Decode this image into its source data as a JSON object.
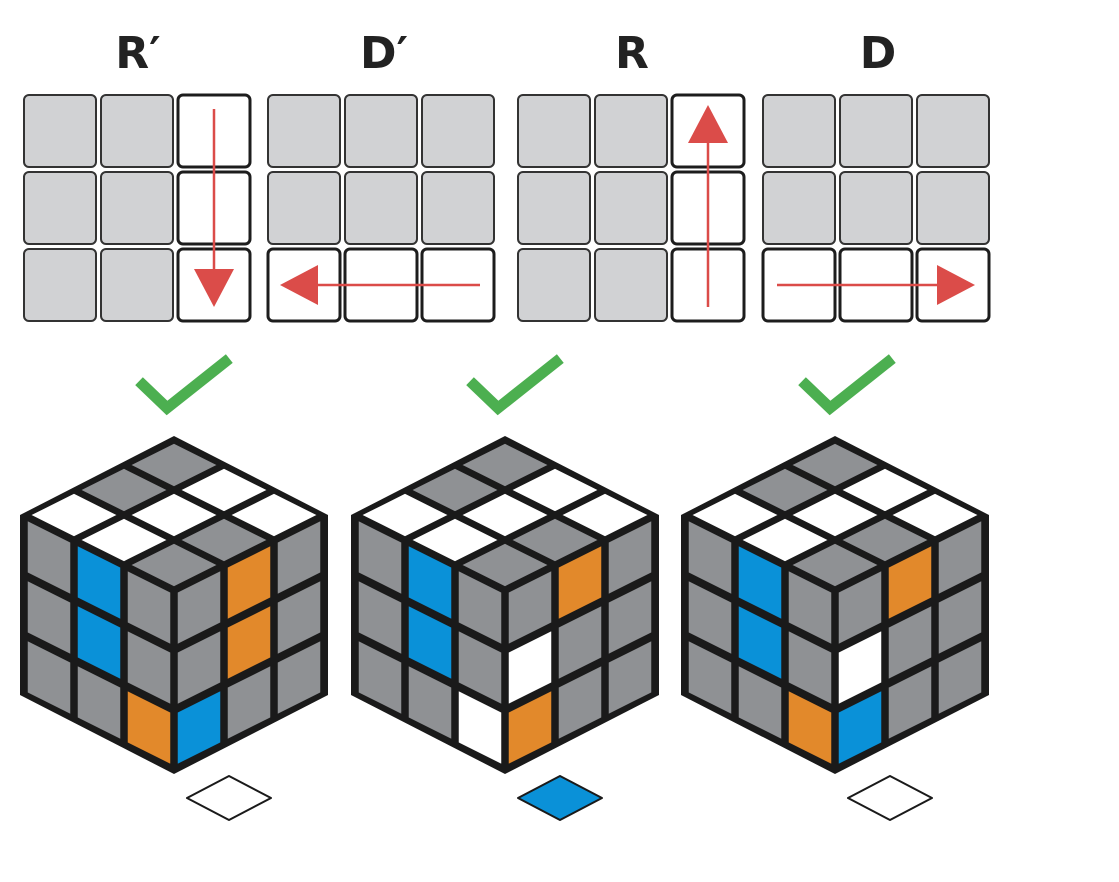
{
  "moves": [
    {
      "label": "R′",
      "arrow": "down",
      "column": "right"
    },
    {
      "label": "D′",
      "arrow": "left",
      "row": "bottom"
    },
    {
      "label": "R",
      "arrow": "up",
      "column": "right"
    },
    {
      "label": "D",
      "arrow": "right",
      "row": "bottom"
    }
  ],
  "checkmarks": [
    "check-icon",
    "check-icon",
    "check-icon"
  ],
  "colors": {
    "grey_face": "#d1d2d4",
    "cube_grey": "#8f9194",
    "white": "#ffffff",
    "blue": "#0a91d8",
    "orange": "#e2892b",
    "arrow": "#db4c49",
    "check": "#4caf50",
    "outline": "#1d1d1d"
  },
  "cubes": [
    {
      "top": [
        "grey",
        "white",
        "white",
        "grey",
        "white",
        "grey",
        "white",
        "white",
        "grey"
      ],
      "left": [
        "grey",
        "blue",
        "grey",
        "grey",
        "blue",
        "grey",
        "grey",
        "grey",
        "orange"
      ],
      "right": [
        "grey",
        "orange",
        "grey",
        "grey",
        "orange",
        "grey",
        "blue",
        "grey",
        "grey"
      ],
      "loose_sticker": "white"
    },
    {
      "top": [
        "grey",
        "white",
        "white",
        "grey",
        "white",
        "grey",
        "white",
        "white",
        "grey"
      ],
      "left": [
        "grey",
        "blue",
        "grey",
        "grey",
        "blue",
        "grey",
        "grey",
        "grey",
        "white"
      ],
      "right": [
        "grey",
        "orange",
        "grey",
        "white",
        "grey",
        "grey",
        "orange",
        "grey",
        "grey"
      ],
      "loose_sticker": "blue"
    },
    {
      "top": [
        "grey",
        "white",
        "white",
        "grey",
        "white",
        "grey",
        "white",
        "white",
        "grey"
      ],
      "left": [
        "grey",
        "blue",
        "grey",
        "grey",
        "blue",
        "grey",
        "grey",
        "grey",
        "orange"
      ],
      "right": [
        "grey",
        "orange",
        "grey",
        "white",
        "grey",
        "grey",
        "blue",
        "grey",
        "grey"
      ],
      "loose_sticker": "white"
    }
  ]
}
